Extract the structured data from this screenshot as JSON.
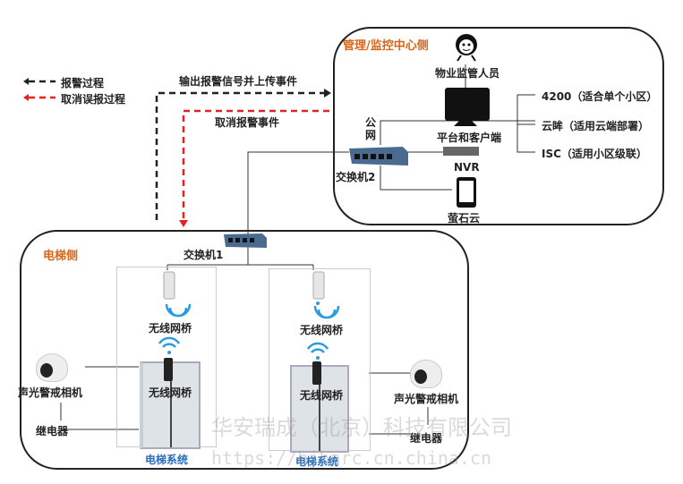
{
  "legend": {
    "alarm": "报警过程",
    "cancel": "取消误报过程"
  },
  "flows": {
    "upload": "输出报警信号并上传事件",
    "cancel": "取消报警事件"
  },
  "management": {
    "title": "管理/监控中心侧",
    "staff": "物业监管人员",
    "platform": "平台和客户端",
    "public_net": "公网",
    "switch": "交换机2",
    "nvr": "NVR",
    "cloud": "萤石云",
    "platforms": [
      "4200（适合单个小区）",
      "云眸（适用云端部署）",
      "ISC（适用小区级联）"
    ]
  },
  "elevator": {
    "title": "电梯侧",
    "switch": "交换机1",
    "bridge": "无线网桥",
    "camera": "声光警戒相机",
    "relay": "继电器",
    "system": "电梯系统"
  },
  "watermark": {
    "company": "华安瑞成（北京）科技有限公司",
    "url": "https://bjharc.cn.china.cn"
  },
  "colors": {
    "orange": "#d9661a",
    "blue": "#2a6ebb",
    "red": "#e8201e"
  }
}
